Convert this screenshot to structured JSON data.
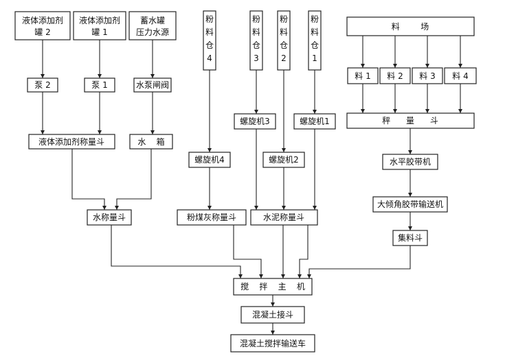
{
  "nodes": {
    "additive_tank_2": [
      "液体添加剂",
      "罐 2"
    ],
    "additive_tank_1": [
      "液体添加剂",
      "罐 1"
    ],
    "water_source": [
      "蓄水罐",
      "压力水源"
    ],
    "powder_bin_4": "粉料仓4",
    "powder_bin_3": "粉料仓3",
    "powder_bin_2": "粉料仓2",
    "powder_bin_1": "粉料仓1",
    "material_yard": "料        场",
    "pump_2": "泵 2",
    "pump_1": "泵 1",
    "water_pump_valve": "水泵闸阀",
    "material_1": "料 1",
    "material_2": "料 2",
    "material_3": "料 3",
    "material_4": "料 4",
    "screw_3": "螺旋机3",
    "screw_1": "螺旋机1",
    "weigh_hopper": "秤      量      斗",
    "additive_weigh_hopper": "液体添加剂称量斗",
    "water_tank": "水    箱",
    "screw_4": "螺旋机4",
    "screw_2": "螺旋机2",
    "horizontal_belt": "水平胶带机",
    "steep_belt": "大倾角胶带输送机",
    "water_weigh_hopper": "水称量斗",
    "flyash_weigh_hopper": "粉煤灰称量斗",
    "cement_weigh_hopper": "水泥称量斗",
    "collect_hopper": "集料斗",
    "main_mixer": "搅    拌    主    机",
    "concrete_receiving_hopper": "混凝土接斗",
    "concrete_mixer_truck": "混凝土搅拌输送车"
  }
}
